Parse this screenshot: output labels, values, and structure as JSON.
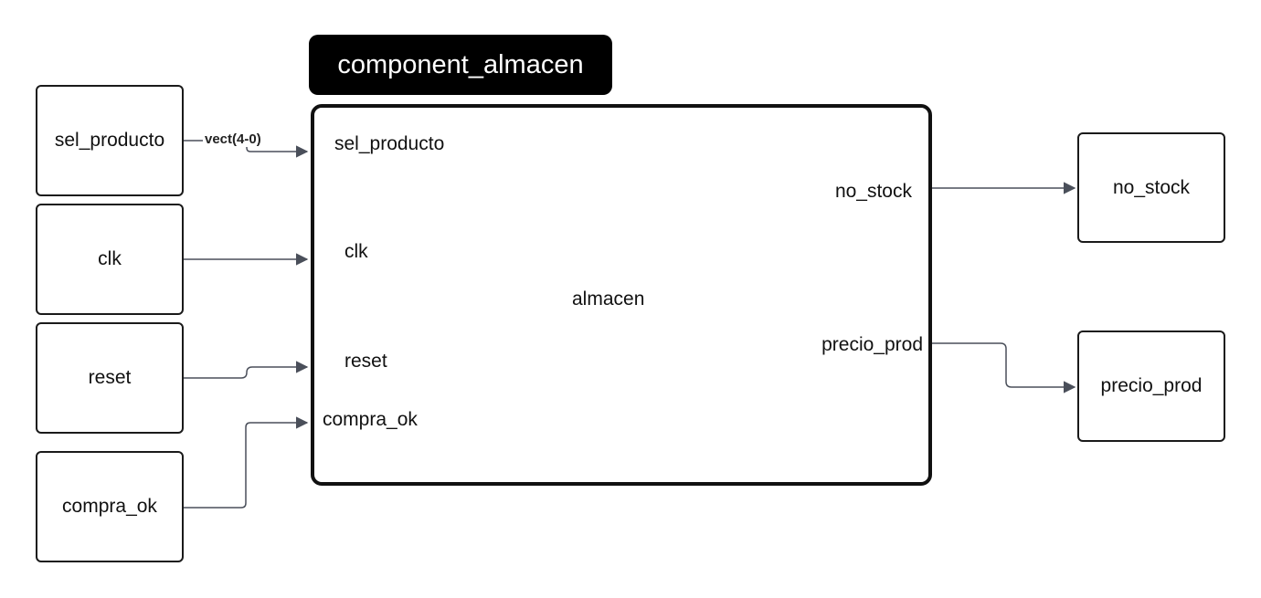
{
  "title": "component_almacen",
  "component": {
    "name": "almacen",
    "ports_in": [
      "sel_producto",
      "clk",
      "reset",
      "compra_ok"
    ],
    "ports_out": [
      "no_stock",
      "precio_prod"
    ]
  },
  "inputs": [
    {
      "label": "sel_producto"
    },
    {
      "label": "clk"
    },
    {
      "label": "reset"
    },
    {
      "label": "compra_ok"
    }
  ],
  "outputs": [
    {
      "label": "no_stock"
    },
    {
      "label": "precio_prod"
    }
  ],
  "edge_labels": {
    "sel_producto": "vect(4-0)"
  },
  "colors": {
    "stroke": "#1a1a1a",
    "wire": "#4a4f5a",
    "tag_bg": "#000000",
    "tag_text": "#ffffff"
  }
}
